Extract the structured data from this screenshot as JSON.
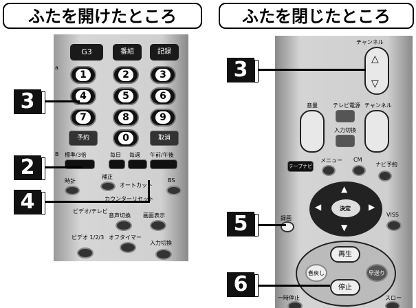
{
  "titles": {
    "open": "ふたを開けたところ",
    "closed": "ふたを閉じたところ"
  },
  "left_remote": {
    "top_buttons": [
      "G3",
      "番組",
      "記録"
    ],
    "number_keys": [
      "1",
      "2",
      "3",
      "4",
      "5",
      "6",
      "7",
      "8",
      "9"
    ],
    "bottom_row": [
      "予約",
      "0",
      "取消"
    ],
    "section_label_a": "a",
    "section_label_b": "B",
    "mode_buttons": [
      "標準/3倍",
      "毎日",
      "毎週",
      "午前/午後"
    ],
    "mid_labels": {
      "clock": "時計",
      "correct": "補正",
      "auto_cut": "オートカット",
      "bs": "BS",
      "counter_reset": "カウンターリセット"
    },
    "lower_labels": {
      "video_tv": "ビデオ/テレビ",
      "audio_switch": "音声切換",
      "screen_display": "画面表示",
      "video_123": "ビデオ 1/2/3",
      "off_timer": "オフタイマー",
      "input_switch": "入力切換"
    }
  },
  "right_remote": {
    "channel_label": "チャンネル",
    "volume_label": "音量",
    "tv_power_label": "テレビ電源",
    "channel_label_2": "チャンネル",
    "input_switch_label": "入力切換",
    "navi_label": "テープナビ",
    "menu_label": "メニュー",
    "cm_label": "CM",
    "navi_reserve_label": "ナビ予約",
    "decide_label": "決定",
    "record_label": "録画",
    "viss_label": "VISS",
    "play_label": "再生",
    "rewind_label": "巻戻し",
    "ff_label": "早送り",
    "stop_label": "停止",
    "pause_label": "一時停止",
    "slow_label": "スロー"
  },
  "callouts": {
    "c3_left": "3",
    "c2": "2",
    "c4": "4",
    "c3_right": "3",
    "c5": "5",
    "c6": "6"
  },
  "colors": {
    "badge": "#111111",
    "outline": "#000000"
  }
}
